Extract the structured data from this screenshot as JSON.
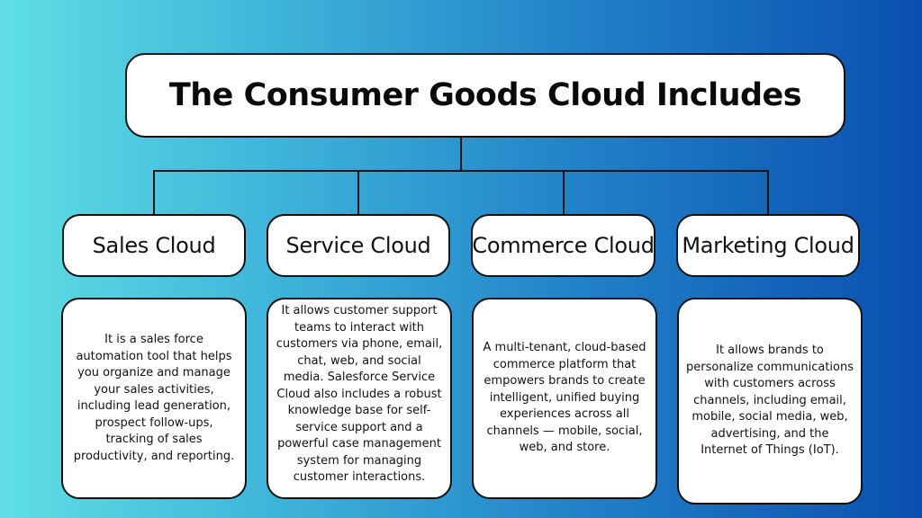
{
  "title": "The Consumer Goods Cloud Includes",
  "clouds": [
    {
      "name": "Sales Cloud",
      "description": "It is a sales force automation tool that helps you organize and manage your sales activities, including lead generation, prospect follow-ups, tracking of sales productivity, and reporting."
    },
    {
      "name": "Service Cloud",
      "description": "It allows customer support teams to interact with customers via phone, email, chat, web, and social media. Salesforce Service Cloud also includes a robust knowledge base for self-service support and a powerful case management system for managing customer interactions."
    },
    {
      "name": "Commerce Cloud",
      "description": "A multi-tenant, cloud-based commerce platform that empowers brands to create intelligent, unified buying experiences across all channels — mobile, social, web, and store."
    },
    {
      "name": "Marketing Cloud",
      "description": "It allows brands to personalize communications with customers across channels, including email, mobile, social media, web, advertising, and the Internet of Things (IoT)."
    }
  ]
}
